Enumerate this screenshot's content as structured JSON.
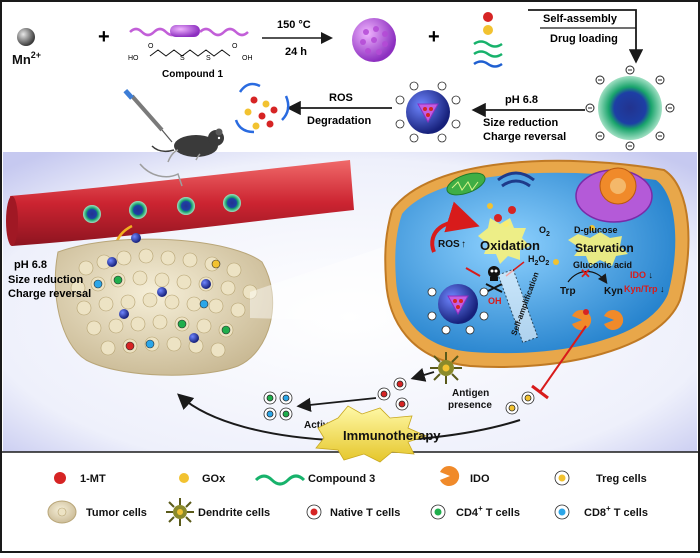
{
  "top_row": {
    "mn": "Mn",
    "mn_sup": "2+",
    "plus": "+",
    "compound1": "Compound 1",
    "ho": "HO",
    "oh": "OH",
    "o": "O",
    "s": "S",
    "cond_temp": "150 °C",
    "cond_time": "24 h",
    "self_assembly": "Self-assembly",
    "drug_loading": "Drug loading"
  },
  "middle_row": {
    "ros": "ROS",
    "degradation": "Degradation",
    "ph": "pH 6.8",
    "size_reduction": "Size reduction",
    "charge_reversal": "Charge reversal"
  },
  "tumor_side": {
    "ph": "pH 6.8",
    "size_reduction": "Size reduction",
    "charge_reversal": "Charge reversal"
  },
  "cell": {
    "ros": "ROS",
    "oxidation": "Oxidation",
    "o2": "O",
    "o2_sub": "2",
    "h2o2": "H",
    "h2o2_sub": "2",
    "h2o2_tail": "O",
    "h2o2_sub2": "2",
    "d_glucose": "D-glucose",
    "starvation": "Starvation",
    "gluconic_acid": "Gluconic acid",
    "oh_radical": "OH",
    "self_amplification": "Self-amplification",
    "trp": "Trp",
    "kyn": "Kyn",
    "ido_down": "IDO",
    "kyn_trp": "Kyn/Trp"
  },
  "immune": {
    "antigen": "Antigen",
    "presence": "presence",
    "activation": "Activation",
    "immunotherapy": "Immunotherapy"
  },
  "legend": {
    "mt": "1-MT",
    "gox": "GOx",
    "compound3": "Compound 3",
    "ido": "IDO",
    "treg": "Treg cells",
    "tumor": "Tumor cells",
    "dendrite": "Dendrite cells",
    "native_t": "Native T cells",
    "cd4": "CD4",
    "cd4_sup": "+",
    "cd4_tail": " T cells",
    "cd8": "CD8",
    "cd8_sup": "+",
    "cd8_tail": " T cells"
  },
  "colors": {
    "border": "#1a1a1a",
    "cell_membrane": "#e8a74a",
    "cytoplasm": "#3ba3e6",
    "vessel": "#d0303a",
    "nanoparticle": "#2a3fb8",
    "mof": "#c45de0",
    "red_text": "#d81b1b",
    "immuno_yellow": "#f3e24a"
  }
}
